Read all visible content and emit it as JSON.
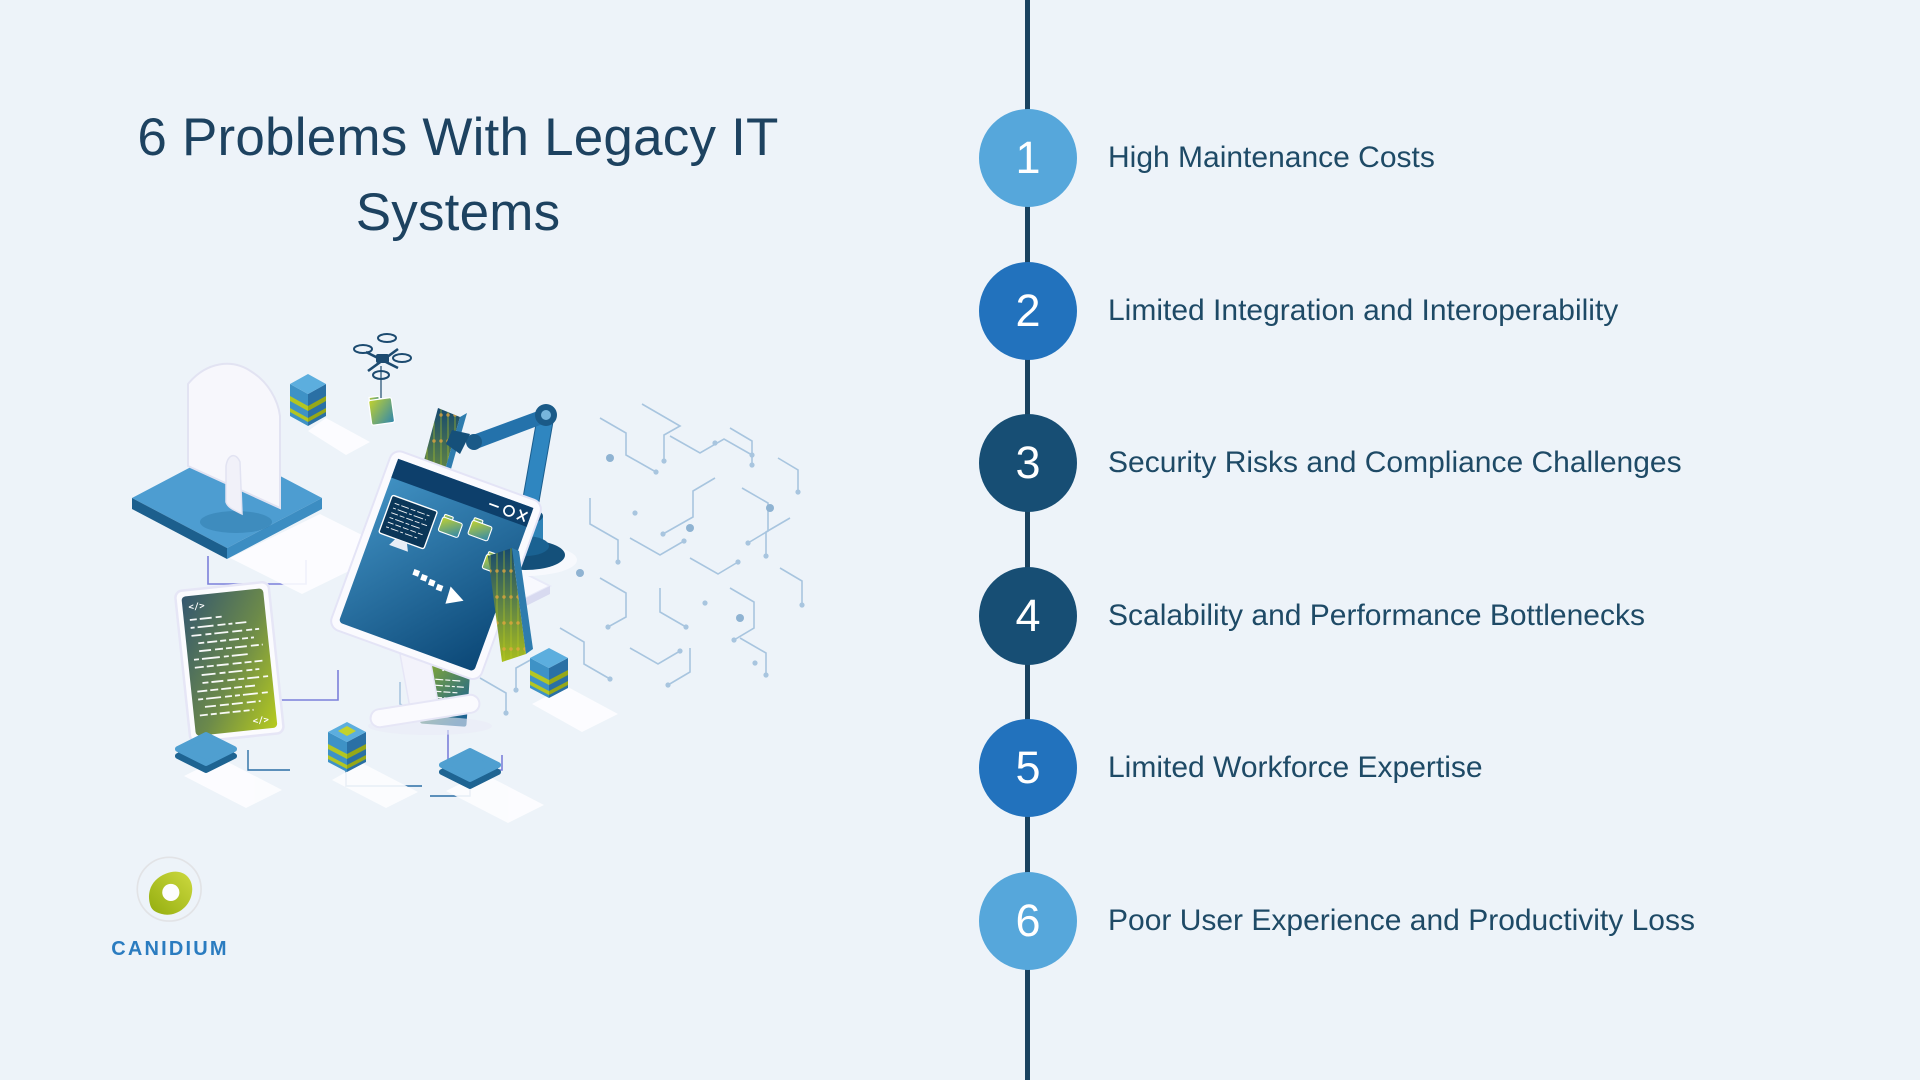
{
  "page": {
    "background_color": "#edf3f9"
  },
  "title": {
    "text": "6 Problems With Legacy IT Systems",
    "color": "#1d4260"
  },
  "timeline": {
    "line_color": "#19425f",
    "label_color": "#1e4a66",
    "items": [
      {
        "number": "1",
        "label": "High Maintenance Costs",
        "circle_color": "#56a7db"
      },
      {
        "number": "2",
        "label": "Limited Integration and Interoperability",
        "circle_color": "#2272bd"
      },
      {
        "number": "3",
        "label": "Security Risks and Compliance Challenges",
        "circle_color": "#174e74"
      },
      {
        "number": "4",
        "label": "Scalability and Performance Bottlenecks",
        "circle_color": "#174e74"
      },
      {
        "number": "5",
        "label": "Limited Workforce Expertise",
        "circle_color": "#2272bd"
      },
      {
        "number": "6",
        "label": "Poor User Experience and Productivity Loss",
        "circle_color": "#56a7db"
      }
    ]
  },
  "logo": {
    "brand": "CANIDIUM",
    "wordmark_color": "#2b7cc0",
    "leaf_color_dark": "#93ad0f",
    "leaf_color_light": "#cdd93f"
  },
  "illustration": {
    "description": "Isometric illustration: desktop monitors, code panels, server towers, robotic arm, drone with folder, circuit-board traces"
  }
}
